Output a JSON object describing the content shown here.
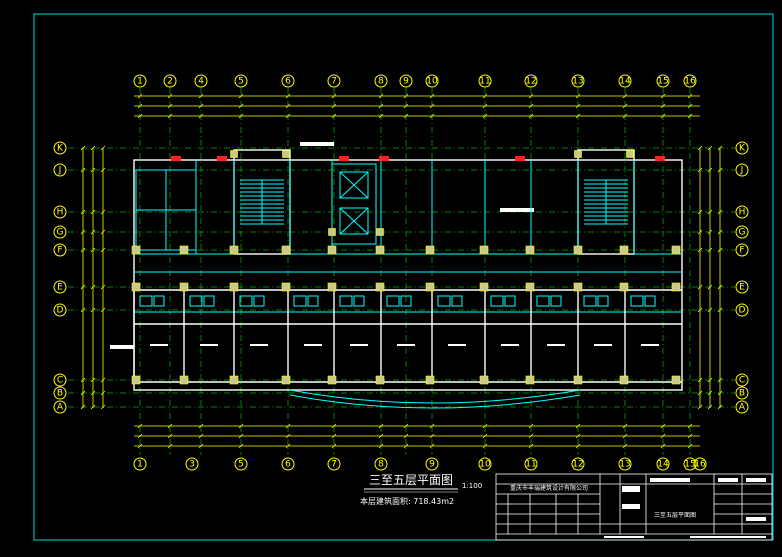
{
  "drawing": {
    "title": "三至五层平面图",
    "scale": "1:100",
    "area_note": "本层建筑面积: 718.43m2"
  },
  "grid_axes": {
    "top": [
      "1",
      "2",
      "4",
      "5",
      "6",
      "7",
      "8",
      "9",
      "10",
      "11",
      "12",
      "13",
      "14",
      "15",
      "16"
    ],
    "bottom": [
      "1",
      "3",
      "5",
      "6",
      "7",
      "8",
      "9",
      "10",
      "11",
      "12",
      "13",
      "14",
      "15",
      "16"
    ],
    "left": [
      "K",
      "J",
      "H",
      "G",
      "F",
      "E",
      "D",
      "C",
      "B",
      "A"
    ],
    "right": [
      "K",
      "J",
      "H",
      "G",
      "F",
      "E",
      "D",
      "C",
      "B",
      "A"
    ]
  },
  "title_block": {
    "company": "重庆市丰瑞建筑设计有限公司",
    "sheet_title": "三至五层平面图"
  },
  "colors": {
    "background": "#000000",
    "frame": "#00d8d8",
    "dimensions": "#ffff00",
    "axes": "#00ff00",
    "walls": "#ffffff",
    "partitions": "#00ffff",
    "title_text": "#ffffff"
  }
}
